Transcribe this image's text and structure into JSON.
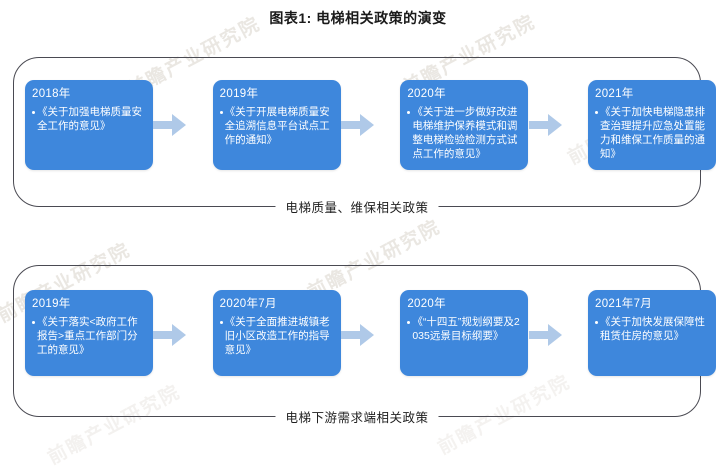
{
  "title": "图表1: 电梯相关政策的演变",
  "colors": {
    "node_fill": "#3E87DC",
    "arrow_fill": "#AFC9E8",
    "container_border": "#4A4A52",
    "title_text": "#1A1A1A",
    "node_text": "#FFFFFF",
    "background": "#FFFFFF",
    "watermark": "#D9D4CC"
  },
  "watermarks": [
    "前瞻产业研究院",
    "前瞻产业研究院",
    "前瞻产业研究院",
    "前瞻产业研究院",
    "前瞻产业研究院",
    "前瞻产业研究院",
    "前瞻产业研究院"
  ],
  "groups": [
    {
      "caption": "电梯质量、维保相关政策",
      "nodes": [
        {
          "year": "2018年",
          "policy": "《关于加强电梯质量安全工作的意见》"
        },
        {
          "year": "2019年",
          "policy": "《关于开展电梯质量安全追溯信息平台试点工作的通知》"
        },
        {
          "year": "2020年",
          "policy": "《关于进一步做好改进电梯维护保养模式和调整电梯检验检测方式试点工作的意见》"
        },
        {
          "year": "2021年",
          "policy": "《关于加快电梯隐患排查治理提升应急处置能力和维保工作质量的通知》"
        }
      ],
      "arrow_count": 3
    },
    {
      "caption": "电梯下游需求端相关政策",
      "nodes": [
        {
          "year": "2019年",
          "policy": "《关于落实<政府工作报告>重点工作部门分工的意见》"
        },
        {
          "year": "2020年7月",
          "policy": "《关于全面推进城镇老旧小区改造工作的指导意见》"
        },
        {
          "year": "2020年",
          "policy": "《“十四五”规划纲要及2035远景目标纲要》"
        },
        {
          "year": "2021年7月",
          "policy": "《关于加快发展保障性租赁住房的意见》"
        }
      ],
      "arrow_count": 3
    }
  ],
  "icons": {
    "arrow": "right-arrow-icon",
    "bullet": "bullet-dot-icon"
  }
}
